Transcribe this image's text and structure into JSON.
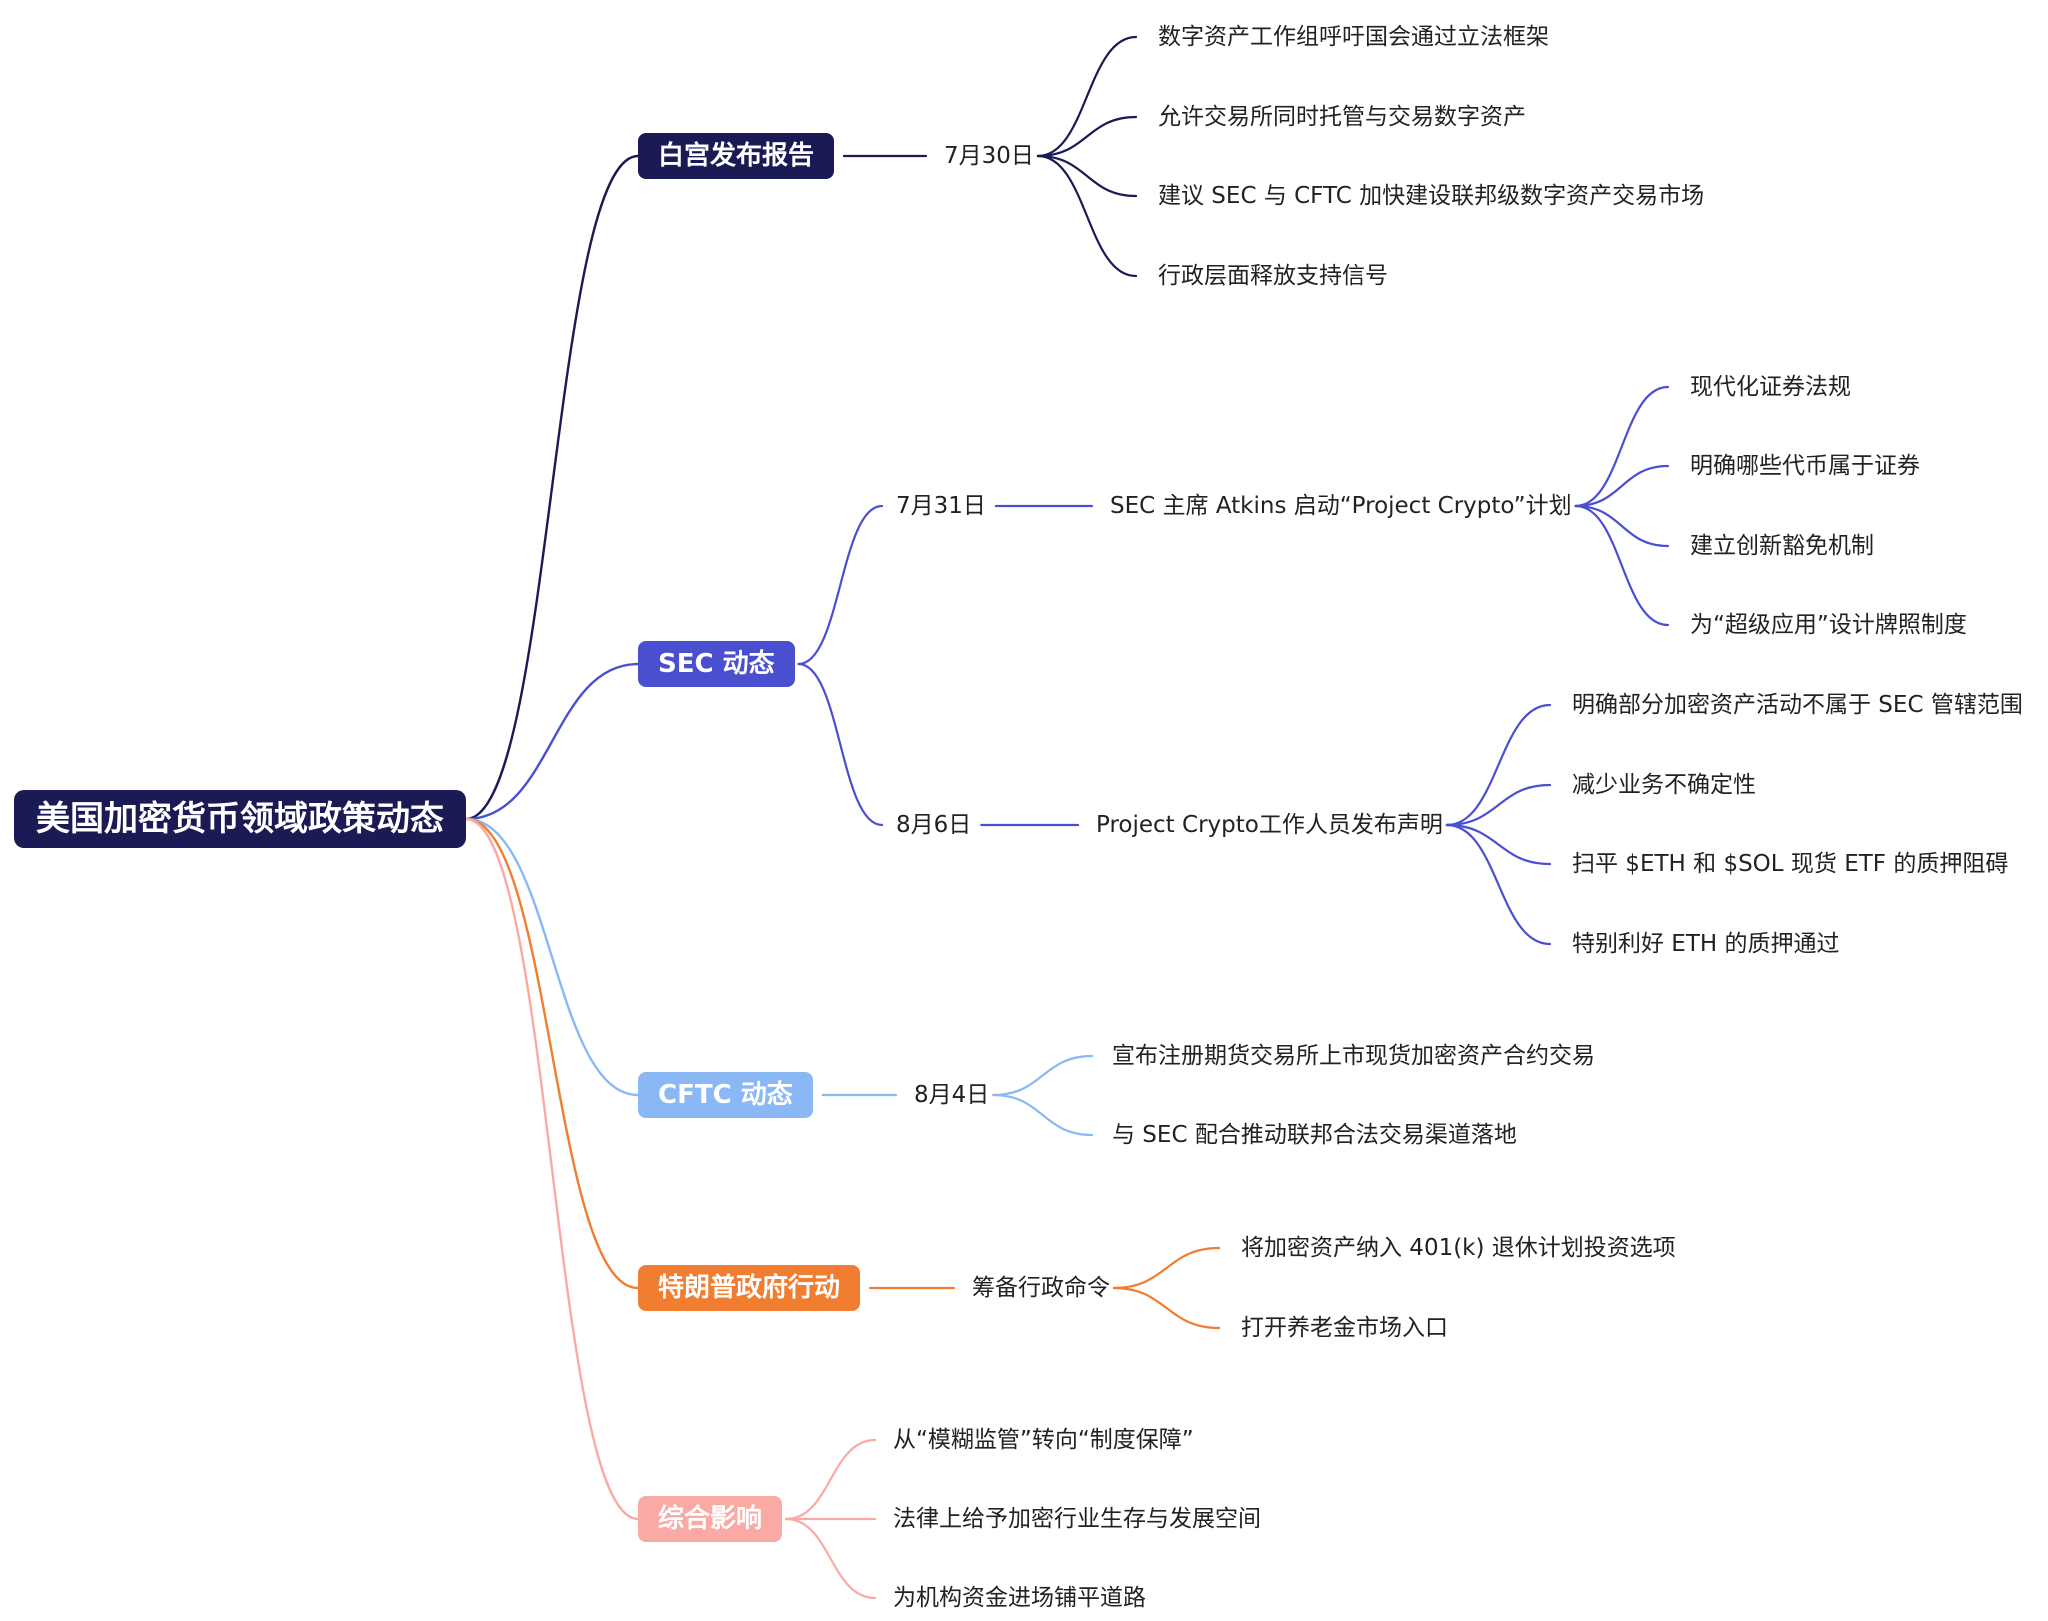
{
  "colors": {
    "root": "#1a1a55",
    "white_house": "#1a1a55",
    "sec": "#4a4fd0",
    "cftc": "#8ab8f5",
    "trump": "#f07d30",
    "impact": "#f9aaa5"
  },
  "root": {
    "label": "美国加密货币领域政策动态"
  },
  "white_house": {
    "label": "白宫发布报告",
    "date": "7月30日",
    "items": [
      "数字资产工作组呼吁国会通过立法框架",
      "允许交易所同时托管与交易数字资产",
      "建议 SEC 与 CFTC 加快建设联邦级数字资产交易市场",
      "行政层面释放支持信号"
    ]
  },
  "sec": {
    "label": "SEC 动态",
    "e1": {
      "date": "7月31日",
      "event": "SEC 主席 Atkins 启动“Project Crypto”计划",
      "items": [
        "现代化证券法规",
        "明确哪些代币属于证券",
        "建立创新豁免机制",
        "为“超级应用”设计牌照制度"
      ]
    },
    "e2": {
      "date": "8月6日",
      "event": "Project Crypto工作人员发布声明",
      "items": [
        "明确部分加密资产活动不属于 SEC 管辖范围",
        "减少业务不确定性",
        "扫平 $ETH 和 $SOL 现货 ETF 的质押阻碍",
        "特别利好 ETH 的质押通过"
      ]
    }
  },
  "cftc": {
    "label": "CFTC 动态",
    "date": "8月4日",
    "items": [
      "宣布注册期货交易所上市现货加密资产合约交易",
      "与 SEC 配合推动联邦合法交易渠道落地"
    ]
  },
  "trump": {
    "label": "特朗普政府行动",
    "event": "筹备行政命令",
    "items": [
      "将加密资产纳入 401(k) 退休计划投资选项",
      "打开养老金市场入口"
    ]
  },
  "impact": {
    "label": "综合影响",
    "items": [
      "从“模糊监管”转向“制度保障”",
      "法律上给予加密行业生存与发展空间",
      "为机构资金进场铺平道路"
    ]
  }
}
